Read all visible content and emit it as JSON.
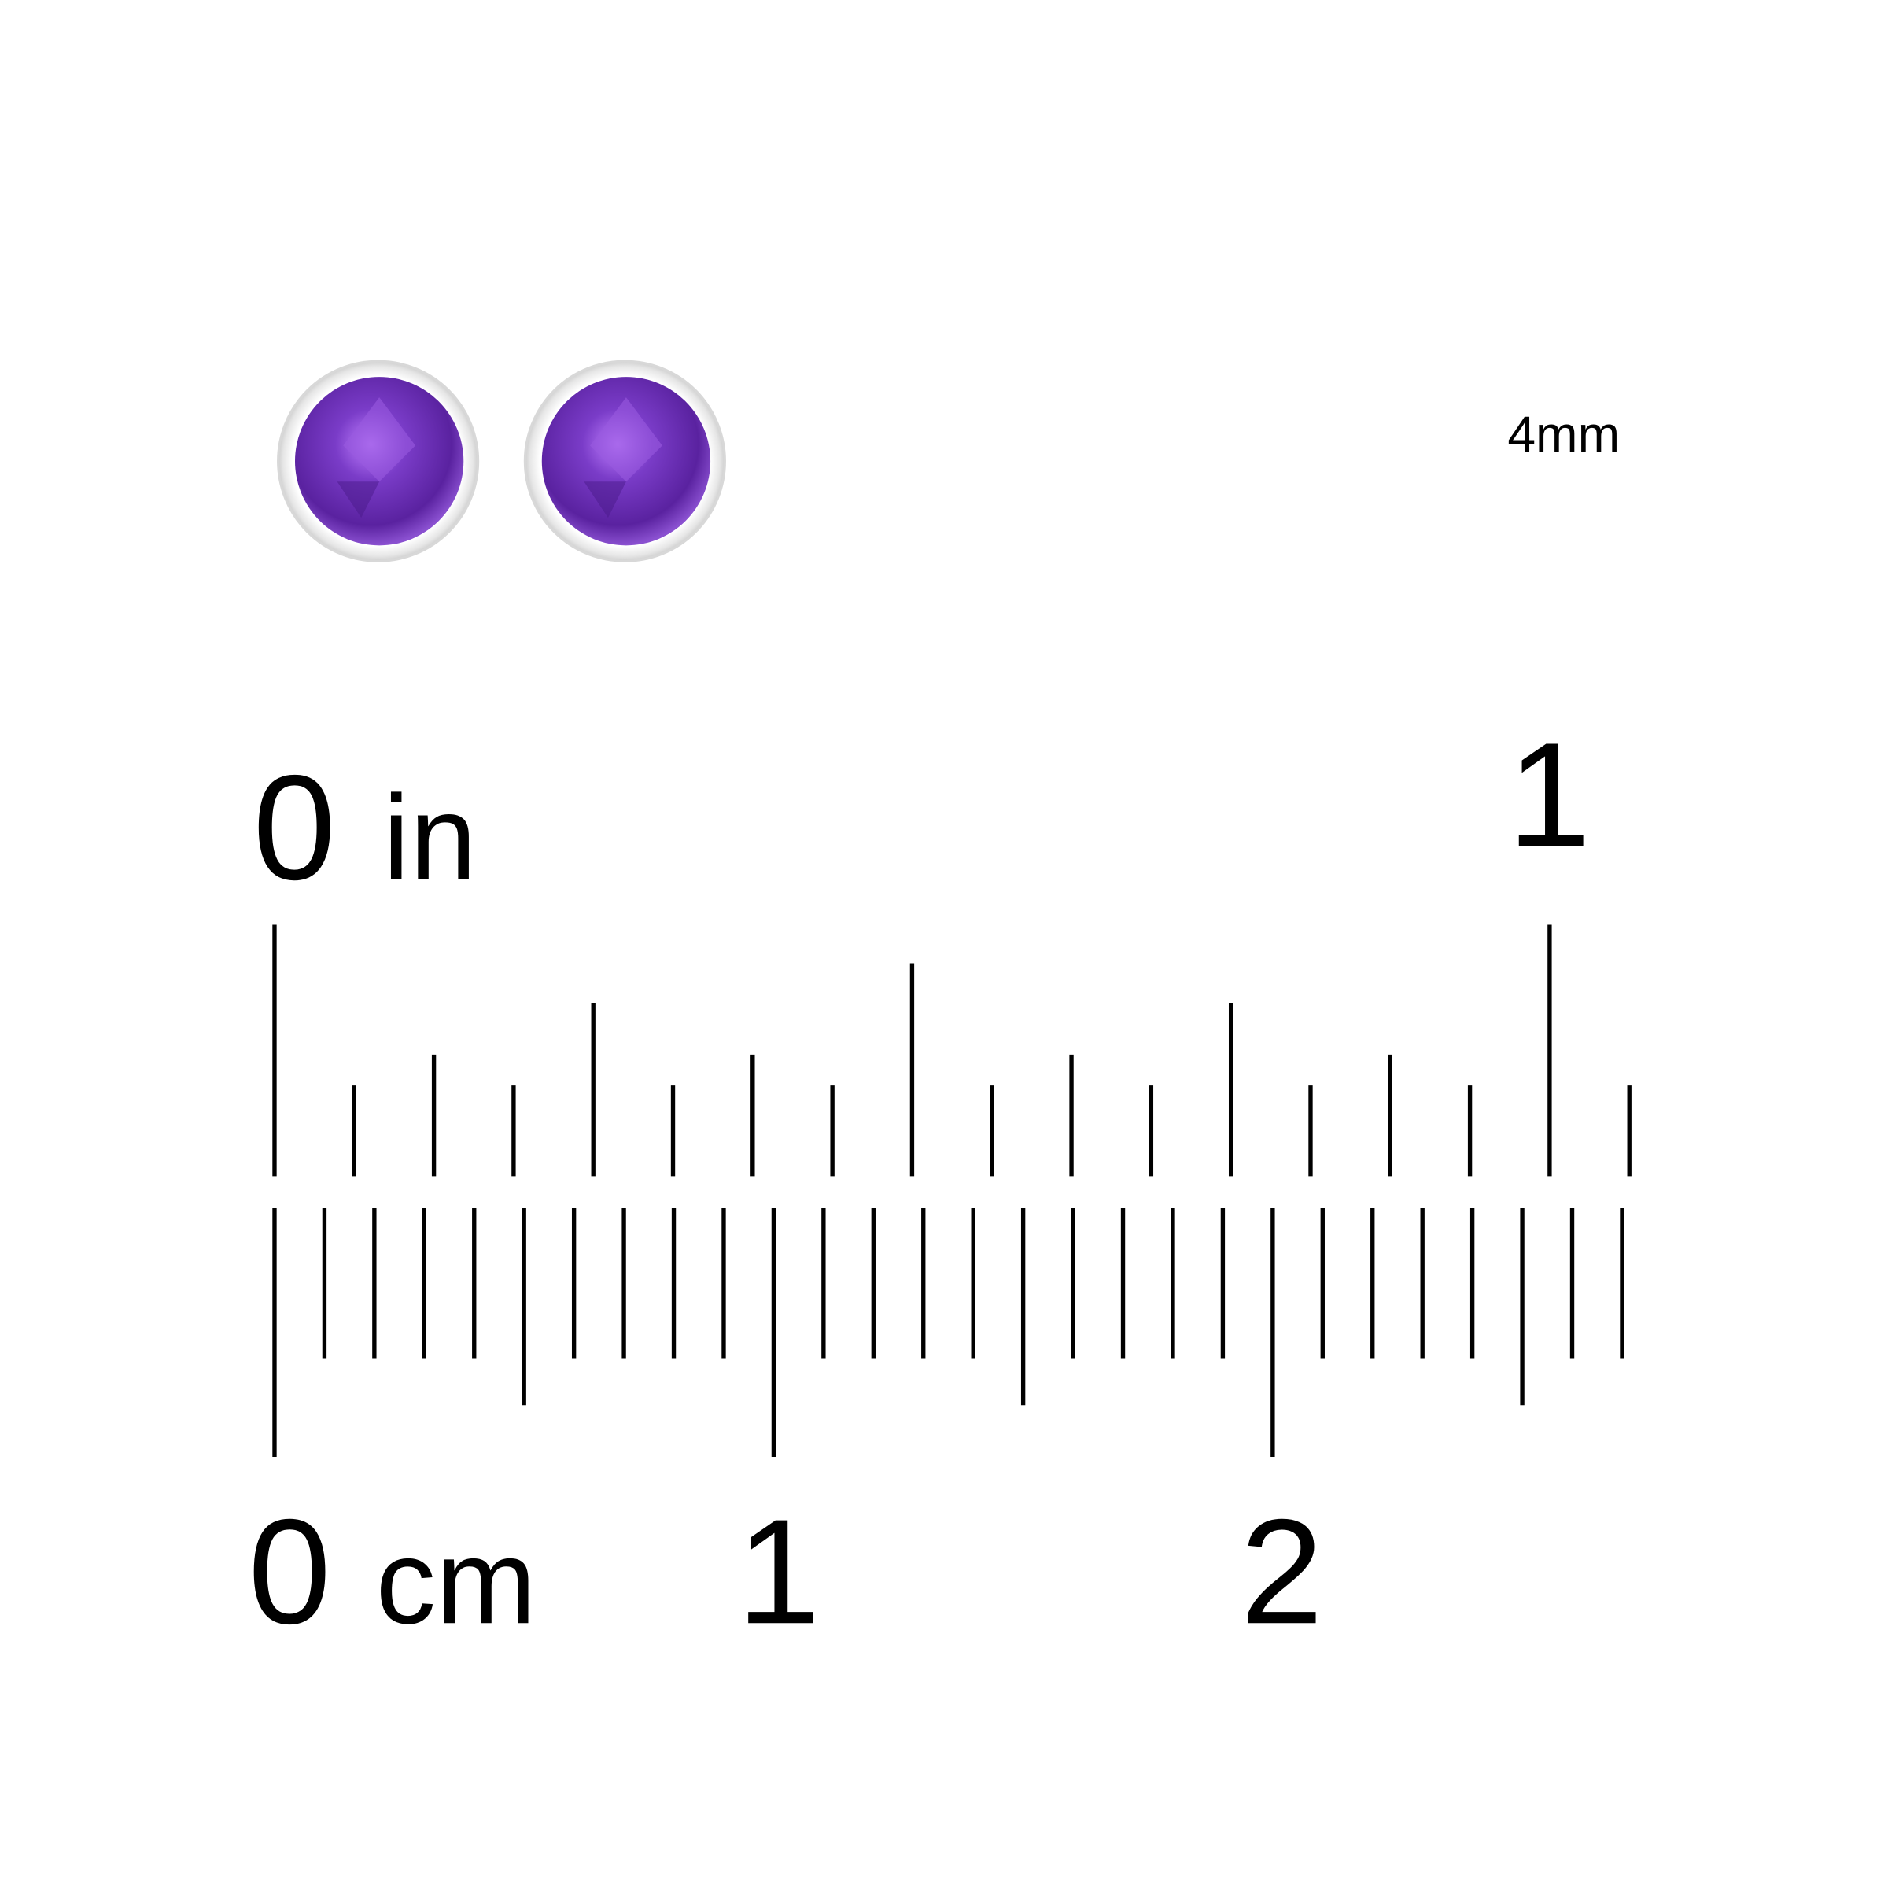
{
  "product": {
    "size_label": "4mm",
    "earring_count": 2,
    "gem_color": "#7a3cc8",
    "gem_dark": "#4a1a8a",
    "gem_light": "#b070f0",
    "bezel_color": "#f4f4f4"
  },
  "ruler": {
    "inch_label_zero": "0",
    "inch_unit": "in",
    "inch_label_one": "1",
    "cm_label_zero": "0",
    "cm_unit": "cm",
    "cm_label_one": "1",
    "cm_label_two": "2",
    "inch_subdivisions": 16,
    "inch_tick_count": 18,
    "mm_tick_count": 28
  }
}
